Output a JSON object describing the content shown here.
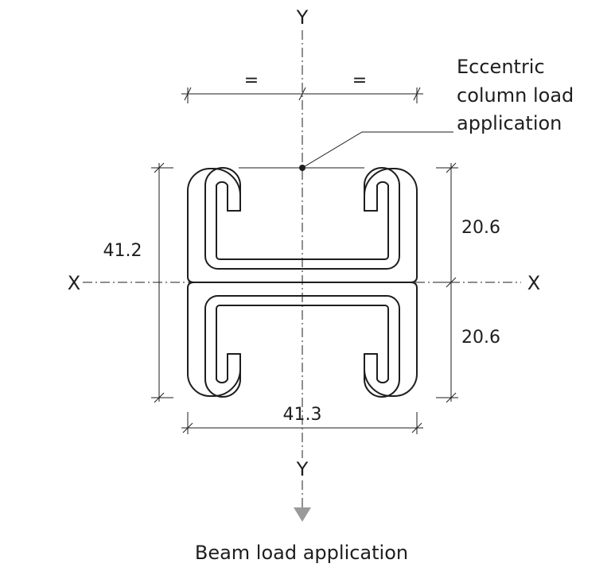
{
  "axes": {
    "y_top": "Y",
    "y_bottom": "Y",
    "x_left": "X",
    "x_right": "X"
  },
  "equal_marks": [
    "=",
    "="
  ],
  "eccentric_label": [
    "Eccentric",
    "column load",
    "application"
  ],
  "dimensions": {
    "overall_height": "41.2",
    "upper_half": "20.6",
    "lower_half": "20.6",
    "width": "41.3"
  },
  "beam_load_label": "Beam load application",
  "colors": {
    "line": "#1e1e1e",
    "arrow": "#9a9a9a",
    "background": "#ffffff"
  }
}
